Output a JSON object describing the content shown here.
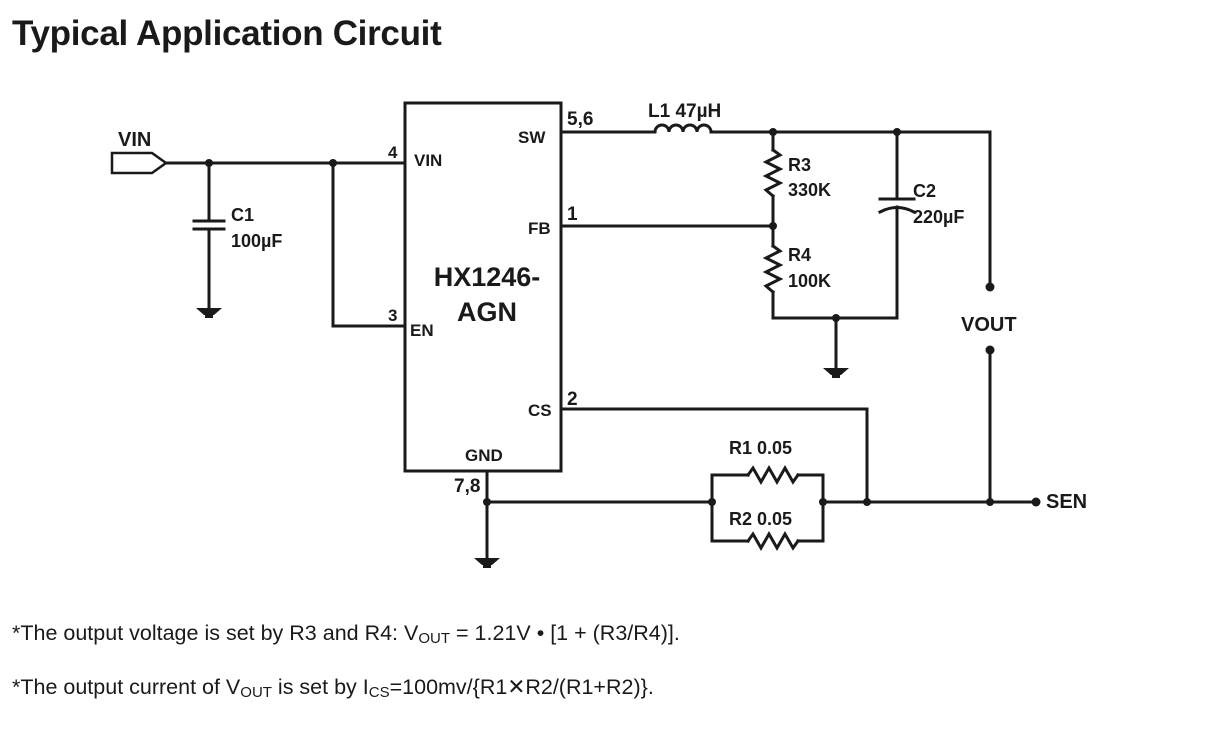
{
  "title": "Typical Application Circuit",
  "ic": {
    "name_line1": "HX1246-",
    "name_line2": "AGN",
    "pins": {
      "vin": {
        "label": "VIN",
        "number": "4"
      },
      "en": {
        "label": "EN",
        "number": "3"
      },
      "sw": {
        "label": "SW",
        "number": "5,6"
      },
      "fb": {
        "label": "FB",
        "number": "1"
      },
      "cs": {
        "label": "CS",
        "number": "2"
      },
      "gnd": {
        "label": "GND",
        "number": "7,8"
      }
    }
  },
  "components": {
    "c1": {
      "name": "C1",
      "value": "100µF"
    },
    "c2": {
      "name": "C2",
      "value": "220µF"
    },
    "l1": {
      "label": "L1 47µH"
    },
    "r1": {
      "label": "R1 0.05"
    },
    "r2": {
      "label": "R2 0.05"
    },
    "r3": {
      "name": "R3",
      "value": "330K"
    },
    "r4": {
      "name": "R4",
      "value": "100K"
    }
  },
  "ports": {
    "vin": "VIN",
    "vout": "VOUT",
    "sen": "SEN"
  },
  "notes": {
    "note1": {
      "prefix": "*The output voltage is set by R3 and R4: V",
      "sub": "OUT",
      "suffix": " = 1.21V • [1 + (R3/R4)]."
    },
    "note2": {
      "prefix": "*The output current of V",
      "sub1": "OUT",
      "middle": " is set by I",
      "sub2": "CS",
      "suffix": "=100mv/{R1✕R2/(R1+R2)}."
    }
  }
}
